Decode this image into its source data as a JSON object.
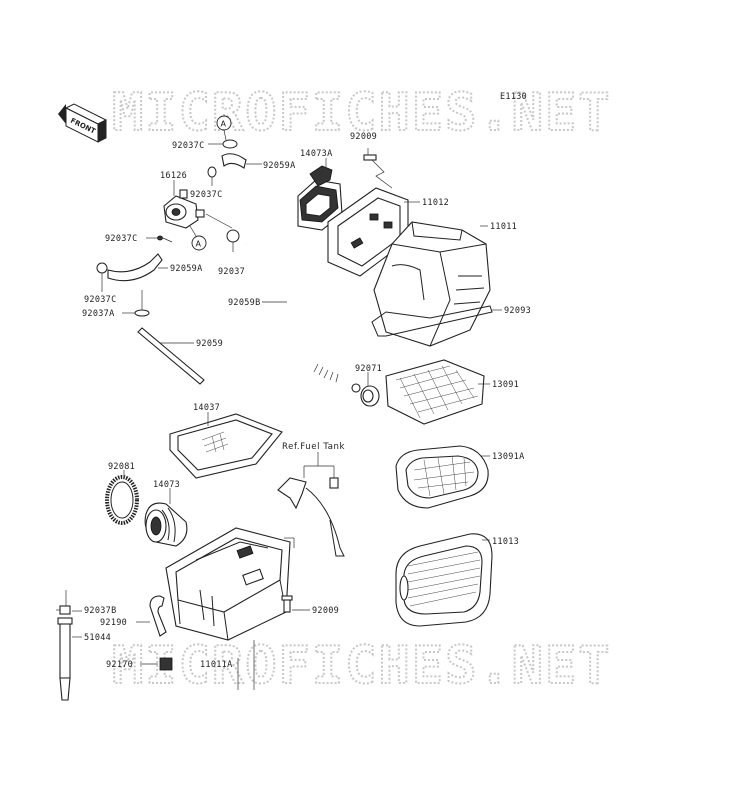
{
  "diagram": {
    "code": "E1130",
    "front_label": "FRONT",
    "watermark_top": "MICROFICHES.NET",
    "watermark_bottom": "MICROFICHES.NET",
    "ref_note": "Ref.Fuel Tank",
    "circle_marker_a": "A",
    "circle_marker_b": "A",
    "parts": {
      "p92037C_1": "92037C",
      "p92059A_1": "92059A",
      "p14073A": "14073A",
      "p92009_1": "92009",
      "p16126": "16126",
      "p92037C_2": "92037C",
      "p11012": "11012",
      "p92037C_3": "92037C",
      "p11011": "11011",
      "p92059A_2": "92059A",
      "p92037": "92037",
      "p92037C_4": "92037C",
      "p92037A": "92037A",
      "p92059B": "92059B",
      "p92093": "92093",
      "p92059": "92059",
      "p92071": "92071",
      "p13091": "13091",
      "p14037": "14037",
      "p13091A": "13091A",
      "p92081": "92081",
      "p14073": "14073",
      "p11013": "11013",
      "p92037B": "92037B",
      "p92009_2": "92009",
      "p51044": "51044",
      "p92190": "92190",
      "p92170": "92170",
      "p11011A": "11011A"
    }
  }
}
